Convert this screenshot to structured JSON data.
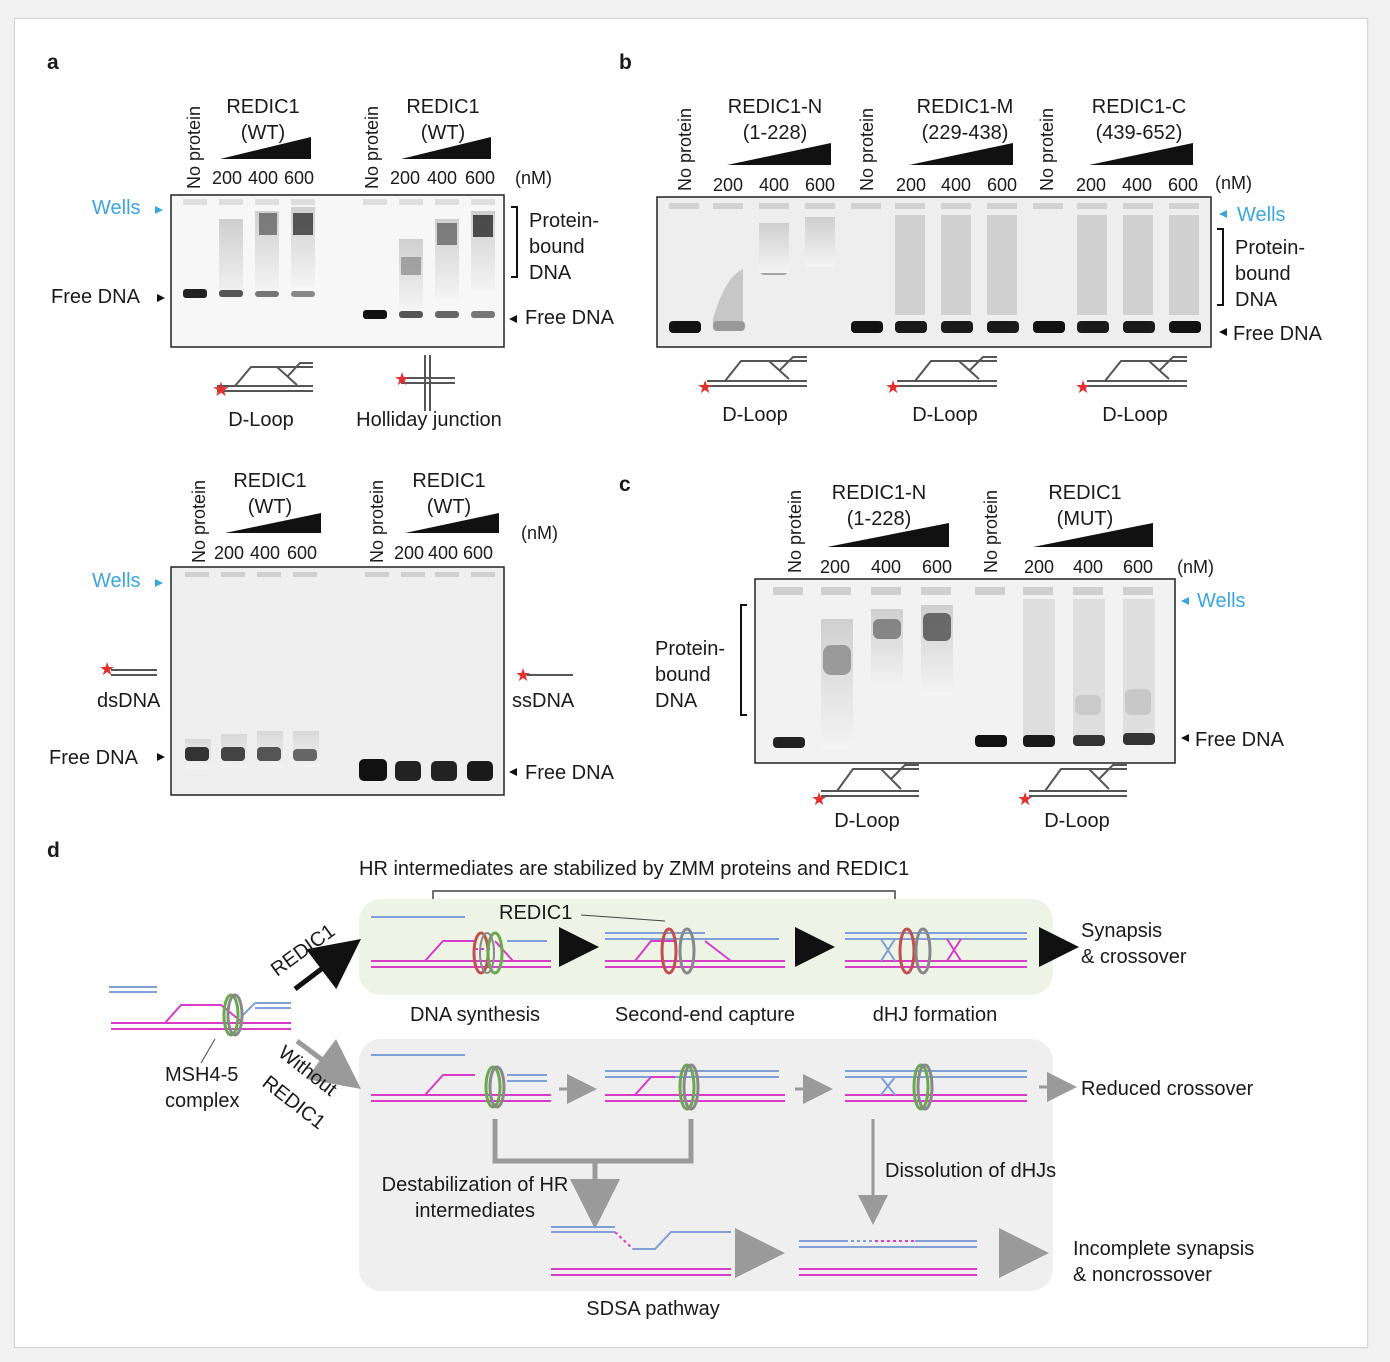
{
  "colors": {
    "wells": "#3aa6e0",
    "magenta": "#d63cc6",
    "lightblue": "#7f9fd6",
    "ring_green": "#6aa84f",
    "ring_red": "#c0504d",
    "panel_green": "#edf4e6",
    "panel_gray": "#efefef",
    "star": "#e23030"
  },
  "panels": {
    "a": "a",
    "b": "b",
    "c": "c",
    "d": "d"
  },
  "common": {
    "no_protein": "No protein",
    "nM": "(nM)",
    "wells": "Wells",
    "free_dna": "Free DNA",
    "c200": "200",
    "c400": "400",
    "c600": "600",
    "bound1": "Protein-",
    "bound2": "bound",
    "bound3": "DNA",
    "dloop": "D-Loop"
  },
  "a": {
    "protein": "REDIC1",
    "wt": "(WT)",
    "hj": "Holliday junction",
    "dsdna": "dsDNA",
    "ssdna": "ssDNA"
  },
  "b": {
    "n": "REDIC1-N",
    "n_range": "(1-228)",
    "m": "REDIC1-M",
    "m_range": "(229-438)",
    "c": "REDIC1-C",
    "c_range": "(439-652)"
  },
  "c": {
    "n": "REDIC1-N",
    "n_range": "(1-228)",
    "mut": "REDIC1",
    "mut_sub": "(MUT)"
  },
  "d": {
    "title": "HR intermediates are stabilized by ZMM proteins and REDIC1",
    "redic1_label": "REDIC1",
    "arrow_redic1": "REDIC1",
    "arrow_without1": "Without",
    "arrow_without2": "REDIC1",
    "msh_1": "MSH4-5",
    "msh_2": "complex",
    "step1": "DNA synthesis",
    "step2": "Second-end capture",
    "step3": "dHJ formation",
    "out_top1": "Synapsis",
    "out_top2": "& crossover",
    "out_mid": "Reduced crossover",
    "destab1": "Destabilization of HR",
    "destab2": "intermediates",
    "dissolution": "Dissolution of dHJs",
    "sdsa": "SDSA pathway",
    "out_bot1": "Incomplete synapsis",
    "out_bot2": "& noncrossover"
  }
}
